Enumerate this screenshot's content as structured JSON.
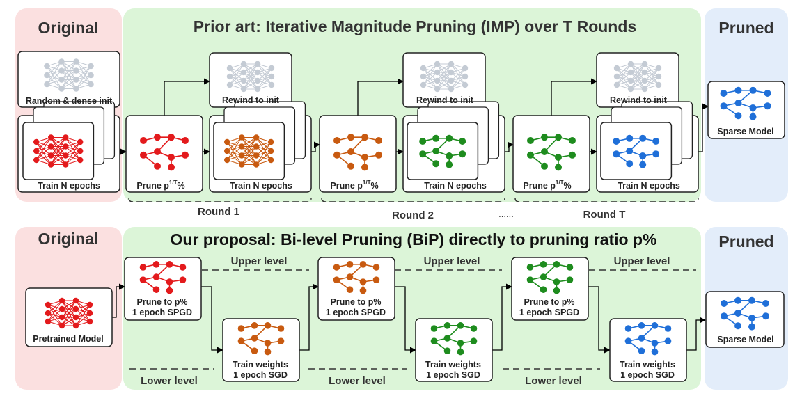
{
  "colors": {
    "original_bg": "#fbe0e0",
    "imp_bg": "#dcf5d8",
    "pruned_bg": "#e3edfa",
    "red": "#e31a1c",
    "orange": "#c85a10",
    "green": "#1e8c1e",
    "blue": "#1f6fd8",
    "light_red": "#f4a8a8",
    "light_orange": "#f7c58a",
    "light_green": "#a8dca8",
    "light_blue": "#a9c9f5",
    "gray": "#c4cbd4"
  },
  "top": {
    "original_title": "Original",
    "main_title": "Prior art: Iterative Magnitude Pruning (IMP) over T Rounds",
    "pruned_title": "Pruned",
    "init_label": "Random & dense init",
    "train_label": "Train N epochs",
    "rewind_label": "Rewind to init",
    "prune_label": "Prune p",
    "prune_sup": "1/T",
    "prune_suffix": "%",
    "sparse_label": "Sparse Model",
    "rounds": [
      "Round 1",
      "Round 2",
      "Round T"
    ],
    "ellipsis": "......"
  },
  "bottom": {
    "original_title": "Original",
    "main_title": "Our proposal: Bi-level Pruning (BiP) directly to pruning ratio p%",
    "pruned_title": "Pruned",
    "pretrained_label": "Pretrained Model",
    "prune_line1": "Prune to p%",
    "prune_line2": "1 epoch SPGD",
    "train_line1": "Train weights",
    "train_line2": "1 epoch SGD",
    "upper_level": "Upper level",
    "lower_level": "Lower level",
    "sparse_label": "Sparse Model"
  }
}
